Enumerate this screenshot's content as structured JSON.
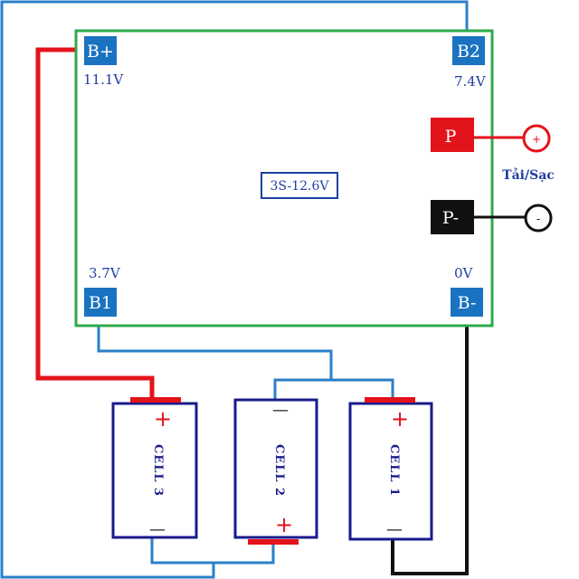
{
  "board": {
    "label": "3S-12.6V",
    "colors": {
      "board_border": "#2eaa4a",
      "pad_fill": "#1a73c0",
      "wire_blue": "#2a7fc9",
      "wire_red": "#e3131b",
      "wire_black": "#111111"
    }
  },
  "pads": {
    "b_plus": {
      "label": "B+",
      "voltage": "11.1V"
    },
    "b2": {
      "label": "B2",
      "voltage": "7.4V"
    },
    "b1": {
      "label": "B1",
      "voltage": "3.7V"
    },
    "b_minus": {
      "label": "B-",
      "voltage": "0V"
    },
    "p_plus": {
      "label": "P"
    },
    "p_minus": {
      "label": "P-"
    }
  },
  "terminals": {
    "positive_symbol": "+",
    "negative_symbol": "-",
    "load_label": "Tải/Sạc"
  },
  "cells": [
    {
      "label": "CELL 3",
      "plus": "+",
      "minus": "—"
    },
    {
      "label": "CELL 2",
      "plus": "+",
      "minus": "—"
    },
    {
      "label": "CELL 1",
      "plus": "+",
      "minus": "—"
    }
  ]
}
